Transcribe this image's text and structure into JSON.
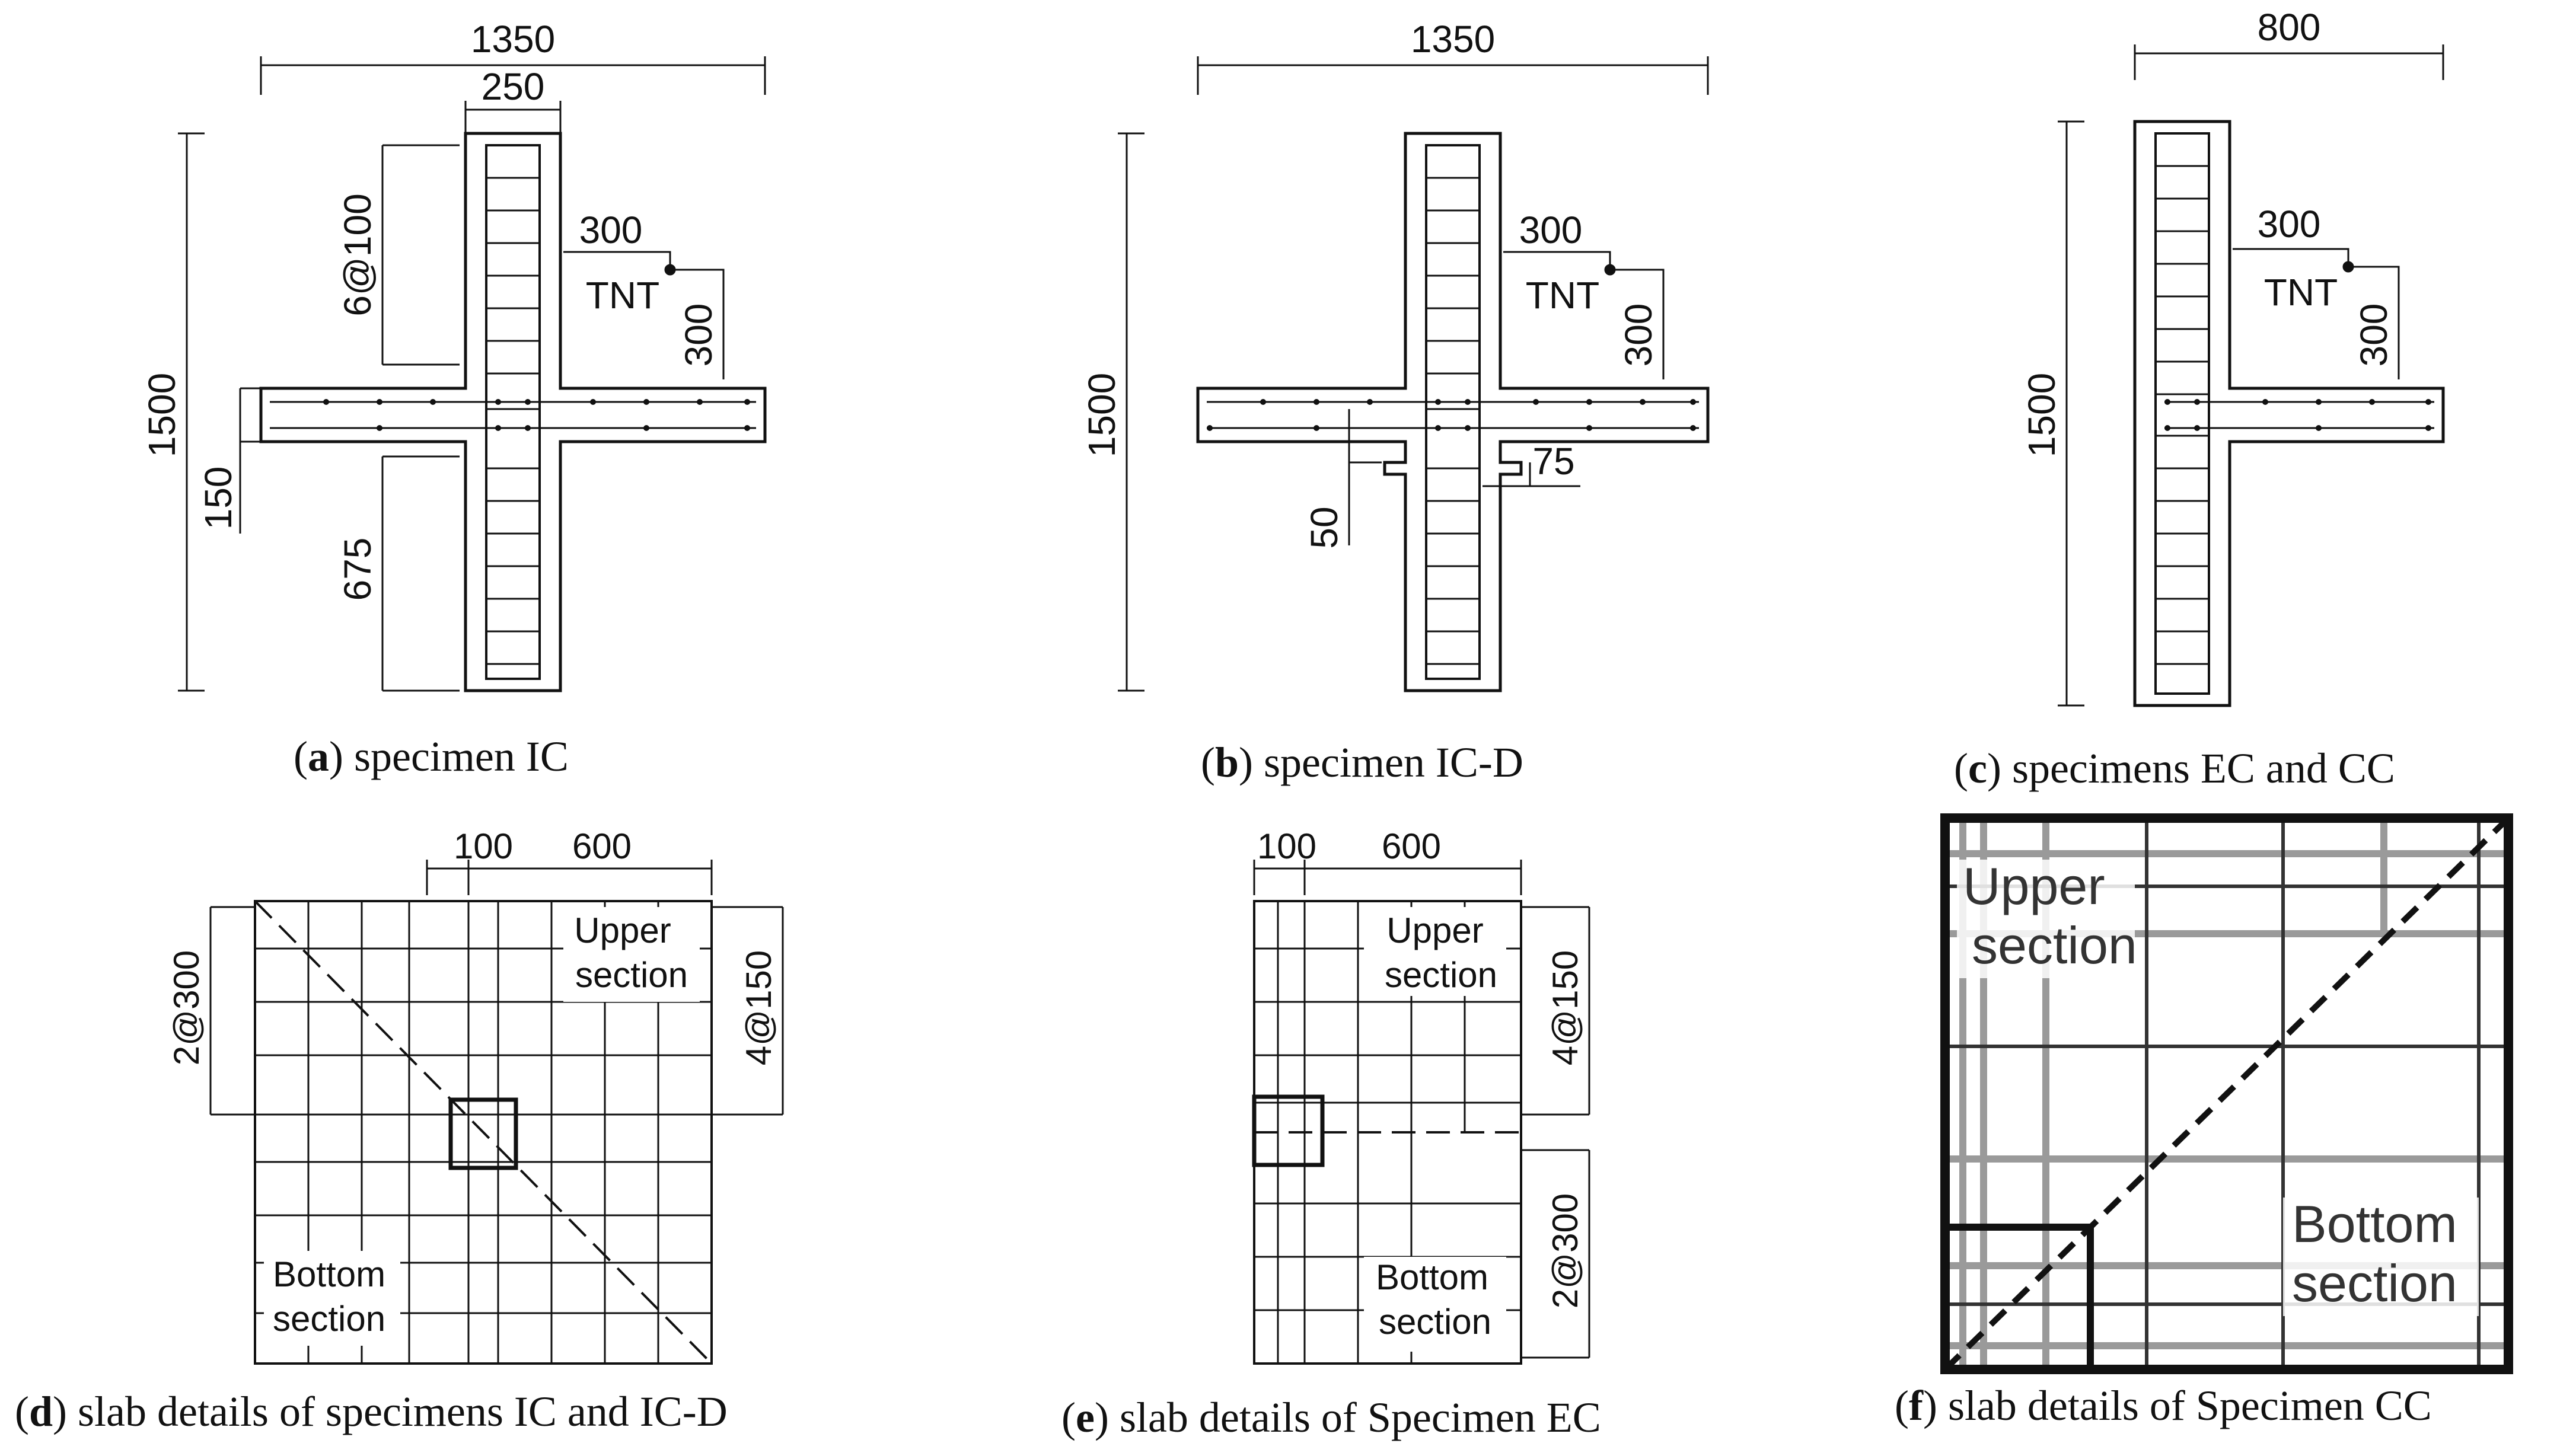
{
  "panels": {
    "a": {
      "caption_letter": "a",
      "caption_text": " specimen IC",
      "dim_total_width": "1350",
      "dim_column_width": "250",
      "dim_height": "1500",
      "dim_stirrup": "6@100",
      "dim_offset": "300",
      "dim_drop": "300",
      "label_tnt": "TNT",
      "dim_slab": "150",
      "dim_lower": "675"
    },
    "b": {
      "caption_letter": "b",
      "caption_text": " specimen IC-D",
      "dim_total_width": "1350",
      "dim_height": "1500",
      "dim_offset": "300",
      "dim_drop": "300",
      "label_tnt": "TNT",
      "dim_drop_panel_h": "50",
      "dim_drop_panel_w": "75"
    },
    "c": {
      "caption_letter": "c",
      "caption_text": " specimens EC and CC",
      "dim_total_width": "800",
      "dim_height": "1500",
      "dim_offset": "300",
      "dim_drop": "300",
      "label_tnt": "TNT"
    },
    "d": {
      "caption_letter": "d",
      "caption_text": " slab details of specimens IC and IC-D",
      "dim_a": "100",
      "dim_b": "600",
      "dim_left": "2@300",
      "dim_right": "4@150",
      "upper_1": "Upper",
      "upper_2": "section",
      "bottom_1": "Bottom",
      "bottom_2": "section"
    },
    "e": {
      "caption_letter": "e",
      "caption_text": " slab details of Specimen EC",
      "dim_a": "100",
      "dim_b": "600",
      "dim_right_top": "4@150",
      "dim_right_bottom": "2@300",
      "upper_1": "Upper",
      "upper_2": "section",
      "bottom_1": "Bottom",
      "bottom_2": "section"
    },
    "f": {
      "caption_letter": "f",
      "caption_text": " slab details of Specimen CC",
      "upper_1": "Upper",
      "upper_2": "section",
      "bottom_1": "Bottom",
      "bottom_2": "section"
    }
  }
}
